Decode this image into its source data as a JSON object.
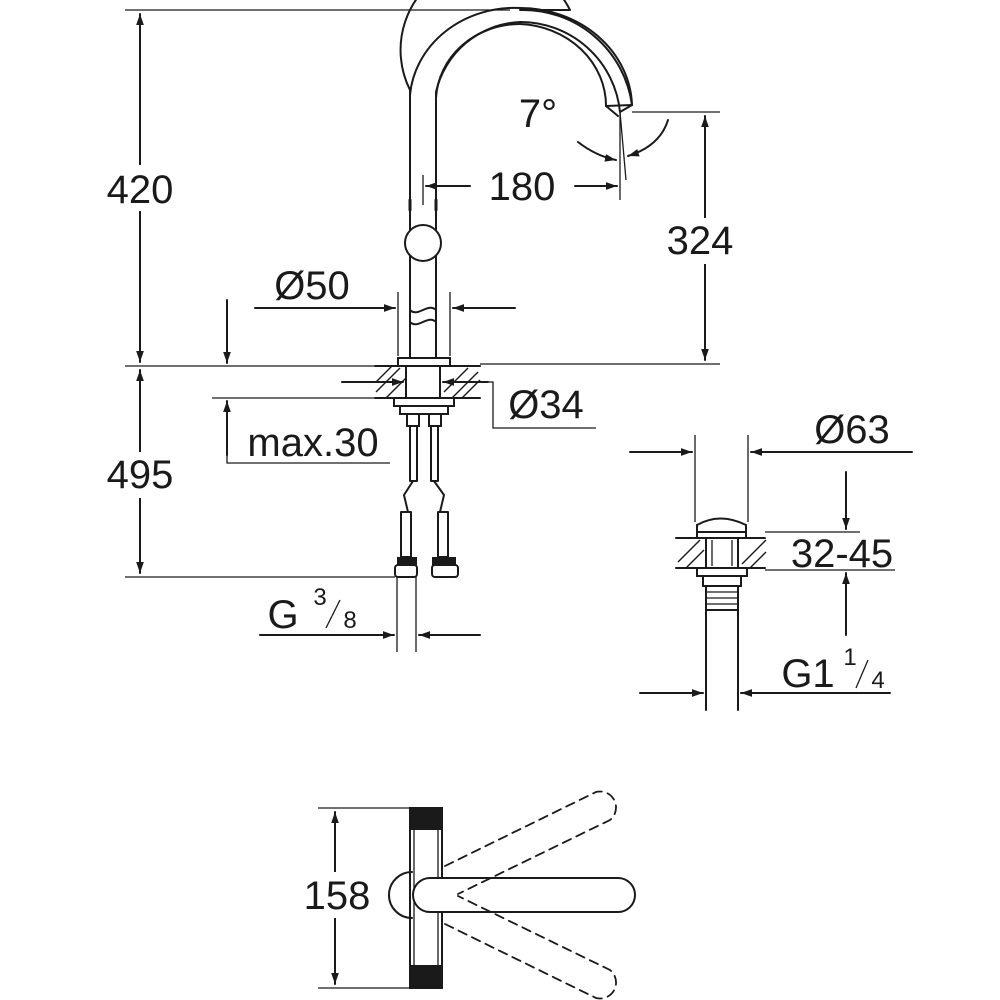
{
  "dimensions": {
    "height_total": "420",
    "spout_reach": "180",
    "spout_height": "324",
    "spout_angle": "7°",
    "base_diameter": "Ø50",
    "hole_diameter": "Ø34",
    "max_deck_thickness": "max.30",
    "hose_length": "495",
    "connection_thread_prefix": "G",
    "connection_thread_num": "3",
    "connection_thread_den": "8",
    "waste_diameter": "Ø63",
    "waste_range": "32-45",
    "waste_thread_prefix": "G1",
    "waste_thread_num": "1",
    "waste_thread_den": "4",
    "lever_depth": "158"
  }
}
